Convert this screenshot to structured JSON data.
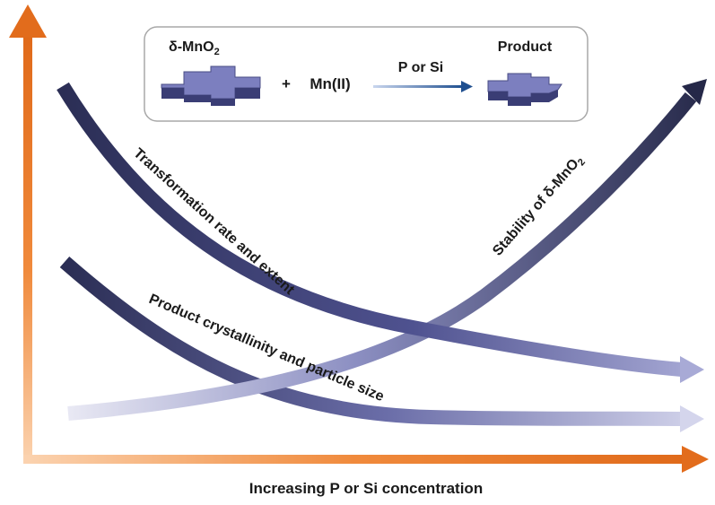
{
  "reaction": {
    "reactant1_base": "δ-MnO",
    "reactant1_sub": "2",
    "plus": "+",
    "reactant2": "Mn(II)",
    "condition": "P or Si",
    "product": "Product"
  },
  "x_axis_label": "Increasing P or Si concentration",
  "curves": {
    "transformation": "Transformation rate and extent",
    "crystallinity": "Product crystallinity and particle size",
    "stability_base": "Stability of δ-MnO",
    "stability_sub": "2"
  },
  "colors": {
    "axis": "#e87722",
    "curve_dark": "#2b2e55",
    "curve_mid": "#5b5e9e",
    "crystal_top": "#7c7fbf",
    "crystal_side": "#3a3d75",
    "box_border": "#a8a8a8"
  }
}
